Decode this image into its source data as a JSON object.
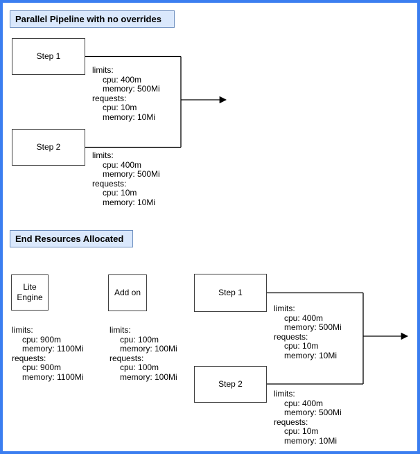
{
  "diagram": {
    "colors": {
      "frame": "#3b7ef0",
      "title_fill": "#dae8fc",
      "title_border": "#6c8ebf",
      "node_border": "#404040",
      "connector": "#000000"
    },
    "sections": [
      {
        "title": "Parallel Pipeline with no overrides",
        "nodes": [
          {
            "label": "Step 1",
            "resources": [
              "limits:",
              "cpu: 400m",
              "memory: 500Mi",
              "requests:",
              "cpu: 10m",
              "memory: 10Mi"
            ]
          },
          {
            "label": "Step 2",
            "resources": [
              "limits:",
              "cpu: 400m",
              "memory: 500Mi",
              "requests:",
              "cpu: 10m",
              "memory: 10Mi"
            ]
          }
        ]
      },
      {
        "title": "End Resources Allocated",
        "nodes": [
          {
            "label": "Lite Engine",
            "resources": [
              "limits:",
              "cpu: 900m",
              "memory: 1100Mi",
              "requests:",
              "cpu: 900m",
              "memory: 1100Mi"
            ]
          },
          {
            "label": "Add on",
            "resources": [
              "limits:",
              "cpu: 100m",
              "memory: 100Mi",
              "requests:",
              "cpu: 100m",
              "memory: 100Mi"
            ]
          },
          {
            "label": "Step 1",
            "resources": [
              "limits:",
              "cpu: 400m",
              "memory: 500Mi",
              "requests:",
              "cpu: 10m",
              "memory: 10Mi"
            ]
          },
          {
            "label": "Step 2",
            "resources": [
              "limits:",
              "cpu: 400m",
              "memory: 500Mi",
              "requests:",
              "cpu: 10m",
              "memory: 10Mi"
            ]
          }
        ]
      }
    ]
  }
}
